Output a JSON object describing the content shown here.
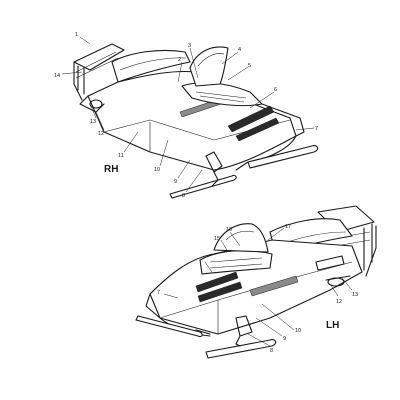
{
  "views": {
    "right": {
      "label": "RH",
      "part_numbers": [
        "1",
        "2",
        "3",
        "4",
        "5",
        "6",
        "7",
        "8",
        "9",
        "10",
        "11",
        "12",
        "13",
        "14"
      ]
    },
    "left": {
      "label": "LH",
      "part_numbers": [
        "7",
        "8",
        "9",
        "10",
        "12",
        "13",
        "15",
        "16",
        "17"
      ]
    }
  }
}
